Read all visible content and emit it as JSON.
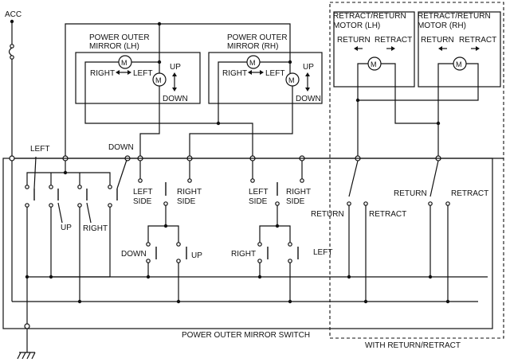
{
  "labels": {
    "acc": "ACC",
    "lh_title_1": "POWER OUTER",
    "lh_title_2": "MIRROR (LH)",
    "rh_title_1": "POWER OUTER",
    "rh_title_2": "MIRROR (RH)",
    "motor": "M",
    "right": "RIGHT",
    "left": "LEFT",
    "up": "UP",
    "down": "DOWN",
    "left_side_1": "LEFT",
    "right_side_1": "RIGHT",
    "side": "SIDE",
    "return": "RETURN",
    "retract": "RETRACT",
    "rr_lh_1": "RETRACT/RETURN",
    "rr_lh_2": "MOTOR (LH)",
    "rr_rh_1": "RETRACT/RETURN",
    "rr_rh_2": "MOTOR (RH)",
    "switch_name": "POWER OUTER MIRROR SWITCH",
    "option": "WITH RETURN/RETRACT"
  }
}
